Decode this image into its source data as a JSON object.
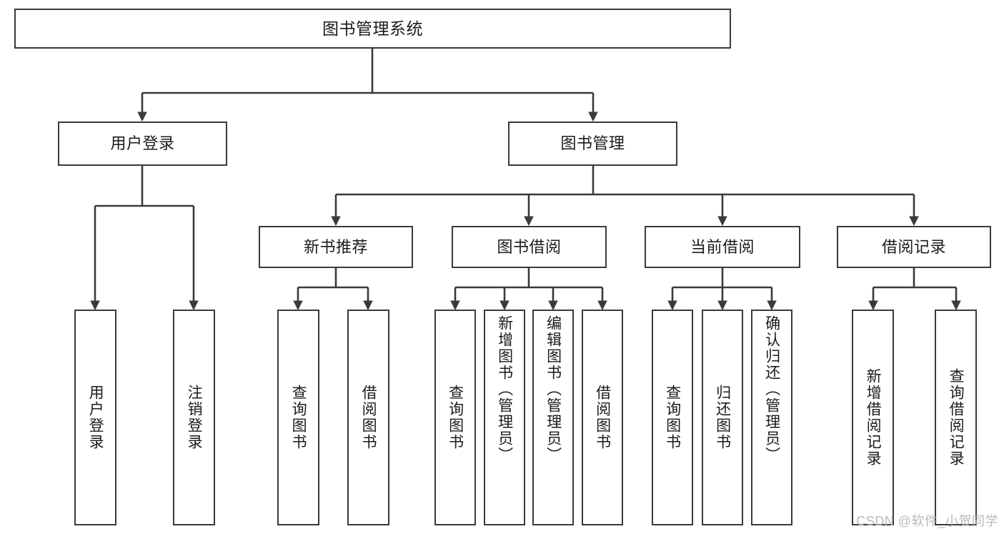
{
  "diagram": {
    "type": "tree-hierarchy",
    "title": "图书管理系统",
    "root": {
      "label": "图书管理系统"
    },
    "level2": [
      {
        "label": "用户登录"
      },
      {
        "label": "图书管理"
      }
    ],
    "level3": [
      {
        "label": "新书推荐"
      },
      {
        "label": "图书借阅"
      },
      {
        "label": "当前借阅"
      },
      {
        "label": "借阅记录"
      }
    ],
    "leaves": {
      "user_login": [
        {
          "label": "用户登录"
        },
        {
          "label": "注销登录"
        }
      ],
      "new_book_recommend": [
        {
          "label": "查询图书"
        },
        {
          "label": "借阅图书"
        }
      ],
      "book_borrow": [
        {
          "label": "查询图书"
        },
        {
          "label": "新增图书（管理员）"
        },
        {
          "label": "编辑图书（管理员）"
        },
        {
          "label": "借阅图书"
        }
      ],
      "current_borrow": [
        {
          "label": "查询图书"
        },
        {
          "label": "归还图书"
        },
        {
          "label": "确认归还（管理员）"
        }
      ],
      "borrow_records": [
        {
          "label": "新增借阅记录"
        },
        {
          "label": "查询借阅记录"
        }
      ]
    }
  },
  "watermark": {
    "text": "CSDN @软件_小贺同学"
  },
  "colors": {
    "stroke": "#3a3a3a",
    "fill": "#ffffff",
    "text": "#1b1b1b",
    "watermark": "#b9b9b9"
  }
}
